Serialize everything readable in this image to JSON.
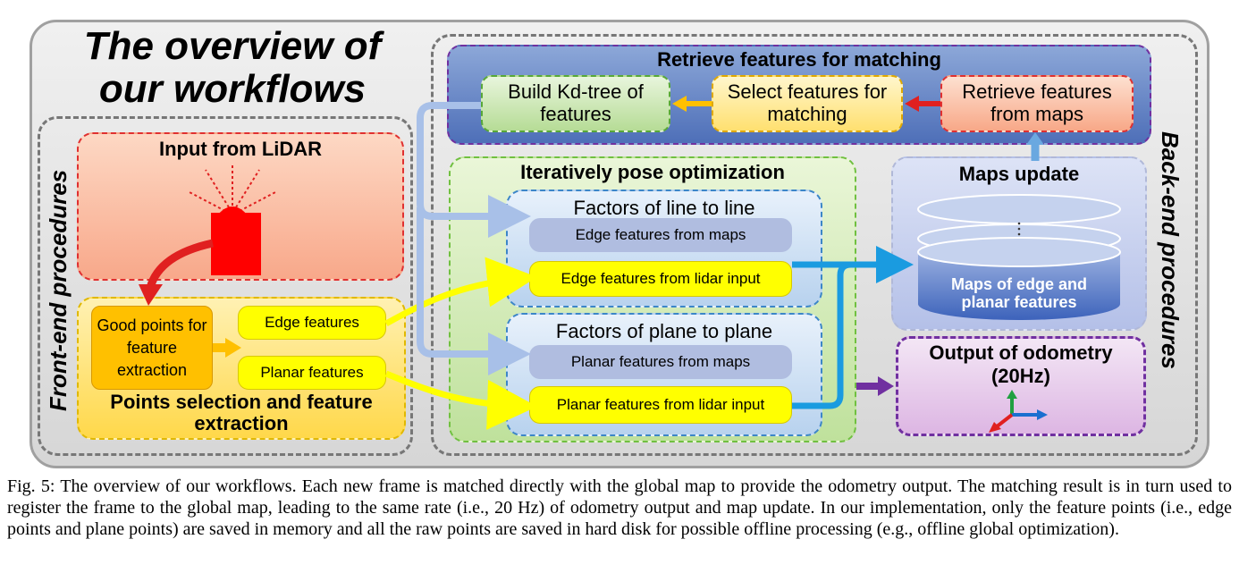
{
  "title": "The overview of our workflows",
  "frontend": {
    "label": "Front-end procedures",
    "input_lidar": "Input from LiDAR",
    "good_points": "Good points for feature extraction",
    "edge_features": "Edge features",
    "planar_features": "Planar features",
    "points_selection": "Points selection and feature extraction"
  },
  "backend": {
    "label": "Back-end procedures",
    "retrieve_title": "Retrieve features for matching",
    "build_kdtree": "Build Kd-tree of features",
    "select_features": "Select features for matching",
    "retrieve_from_maps": "Retrieve features from maps",
    "iter_title": "Iteratively pose optimization",
    "line_title": "Factors of line to line",
    "edge_from_maps": "Edge features from maps",
    "edge_from_lidar": "Edge features from lidar input",
    "plane_title": "Factors of plane to plane",
    "planar_from_maps": "Planar features from maps",
    "planar_from_lidar": "Planar features from lidar input",
    "maps_update": "Maps update",
    "maps_db": "Maps of edge and planar features",
    "odometry_title": "Output of odometry (20Hz)"
  },
  "caption": "Fig. 5: The overview of our workflows. Each new frame is matched directly with the global map to provide the odometry output. The matching result is in turn used to register the frame to the global map, leading to the same rate (i.e., 20 Hz) of odometry output and map update. In our implementation, only the feature points (i.e., edge points and plane points) are saved in memory and all the raw points are saved in hard disk for possible offline processing (e.g., offline global optimization).",
  "colors": {
    "red": "#e02020",
    "yellow": "#ffff00",
    "orange": "#ffc000",
    "blue": "#1a9be0",
    "purple": "#7030a0"
  },
  "icons": [
    "lidar-sensor-icon",
    "coordinate-axes-icon",
    "database-cylinder-icon"
  ]
}
